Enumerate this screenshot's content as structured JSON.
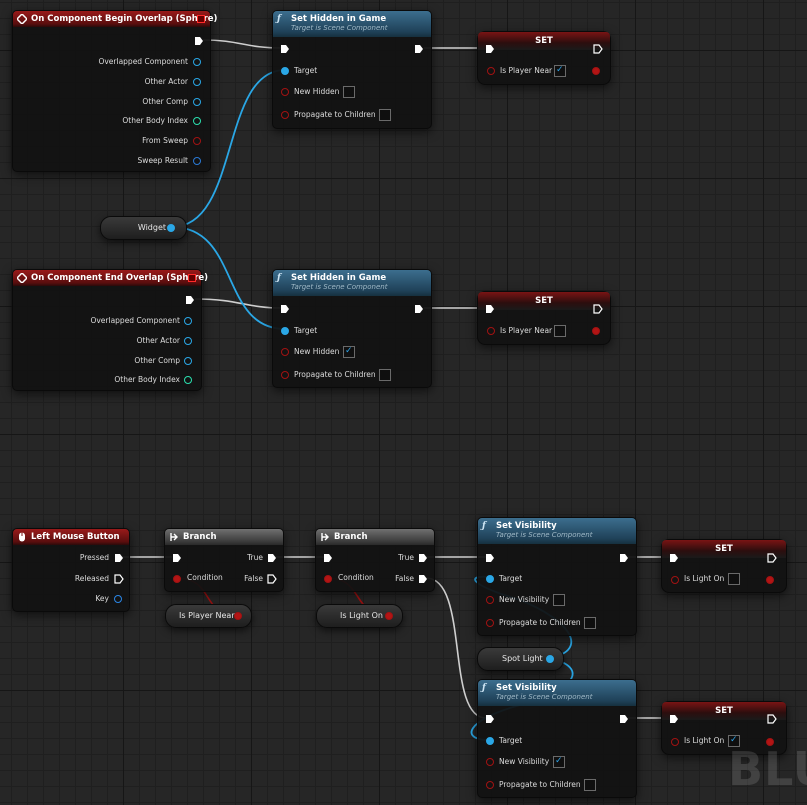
{
  "events": {
    "begin_overlap": {
      "title": "On Component Begin Overlap (Sphere)",
      "pins": [
        "Overlapped Component",
        "Other Actor",
        "Other Comp",
        "Other Body Index",
        "From Sweep",
        "Sweep Result"
      ]
    },
    "end_overlap": {
      "title": "On Component End Overlap (Sphere)",
      "pins": [
        "Overlapped Component",
        "Other Actor",
        "Other Comp",
        "Other Body Index"
      ]
    },
    "mouse": {
      "title": "Left Mouse Button",
      "pins": [
        "Pressed",
        "Released",
        "Key"
      ]
    }
  },
  "set_hidden_1": {
    "title": "Set Hidden in Game",
    "subtitle": "Target is Scene Component",
    "target": "Target",
    "new_hidden": "New Hidden",
    "new_hidden_checked": false,
    "propagate": "Propagate to Children",
    "propagate_checked": false
  },
  "set_hidden_2": {
    "title": "Set Hidden in Game",
    "subtitle": "Target is Scene Component",
    "target": "Target",
    "new_hidden": "New Hidden",
    "new_hidden_checked": true,
    "propagate": "Propagate to Children",
    "propagate_checked": false
  },
  "set_1": {
    "title": "SET",
    "var": "Is Player Near",
    "checked": true
  },
  "set_2": {
    "title": "SET",
    "var": "Is Player Near",
    "checked": false
  },
  "set_3": {
    "title": "SET",
    "var": "Is Light On",
    "checked": false
  },
  "set_4": {
    "title": "SET",
    "var": "Is Light On",
    "checked": true
  },
  "widget_var": "Widget",
  "branch_1": {
    "title": "Branch",
    "condition": "Condition",
    "true": "True",
    "false": "False"
  },
  "branch_2": {
    "title": "Branch",
    "condition": "Condition",
    "true": "True",
    "false": "False"
  },
  "is_player_near_var": "Is Player Near",
  "is_light_on_var": "Is Light On",
  "spot_light_var": "Spot Light",
  "set_visibility_1": {
    "title": "Set Visibility",
    "subtitle": "Target is Scene Component",
    "target": "Target",
    "new_visibility": "New Visibility",
    "new_visibility_checked": false,
    "propagate": "Propagate to Children",
    "propagate_checked": false
  },
  "set_visibility_2": {
    "title": "Set Visibility",
    "subtitle": "Target is Scene Component",
    "target": "Target",
    "new_visibility": "New Visibility",
    "new_visibility_checked": true,
    "propagate": "Propagate to Children",
    "propagate_checked": false
  },
  "watermark": "BLU",
  "colors": {
    "exec_wire": "#d9d9d9",
    "object_wire": "#2aa7e6",
    "bool_wire": "#a11212",
    "event_header": "#9a1a1a",
    "function_header": "#3c6e8e"
  }
}
